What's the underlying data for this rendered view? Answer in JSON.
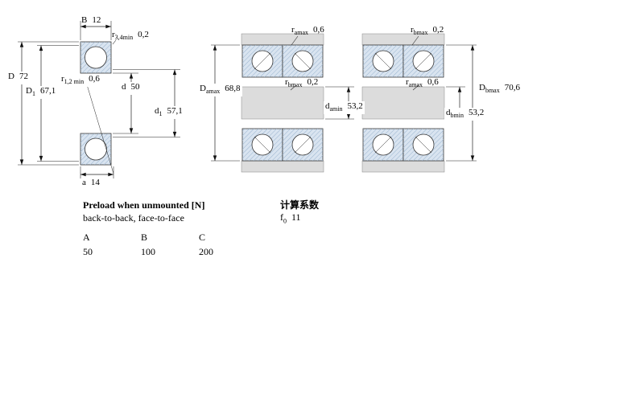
{
  "colors": {
    "bearing_section_fill": "#d9e4f0",
    "hatch_line": "#9ab4cf",
    "housing_shaft_fill": "#dcdcdc",
    "line": "#222222"
  },
  "drawing": {
    "left": {
      "b": {
        "base": "B",
        "sub": "",
        "value": "12"
      },
      "r34": {
        "base": "r",
        "sub": "3,4min",
        "value": "0,2"
      },
      "D": {
        "base": "D",
        "sub": "",
        "value": "72"
      },
      "D1": {
        "base": "D",
        "sub": "1",
        "value": "67,1"
      },
      "r12": {
        "base": "r",
        "sub": "1,2 min",
        "value": "0,6"
      },
      "d": {
        "base": "d",
        "sub": "",
        "value": "50"
      },
      "d1": {
        "base": "d",
        "sub": "1",
        "value": "57,1"
      },
      "a": {
        "base": "a",
        "sub": "",
        "value": "14"
      }
    },
    "middle": {
      "ra": {
        "base": "r",
        "sub": "amax",
        "value": "0,6"
      },
      "Da": {
        "base": "D",
        "sub": "amax",
        "value": "68,8"
      },
      "rb": {
        "base": "r",
        "sub": "bmax",
        "value": "0,2"
      },
      "da": {
        "base": "d",
        "sub": "amin",
        "value": "53,2"
      }
    },
    "right": {
      "rb": {
        "base": "r",
        "sub": "bmax",
        "value": "0,2"
      },
      "ra": {
        "base": "r",
        "sub": "amax",
        "value": "0,6"
      },
      "Db": {
        "base": "D",
        "sub": "bmax",
        "value": "70,6"
      },
      "db": {
        "base": "d",
        "sub": "bmin",
        "value": "53,2"
      }
    }
  },
  "preload": {
    "title": "Preload when unmounted [N]",
    "subtitle": "back-to-back, face-to-face",
    "columns": [
      "A",
      "B",
      "C"
    ],
    "values": [
      "50",
      "100",
      "200"
    ]
  },
  "calc": {
    "title": "计算系数",
    "f0": {
      "base": "f",
      "sub": "0",
      "value": "11"
    }
  }
}
